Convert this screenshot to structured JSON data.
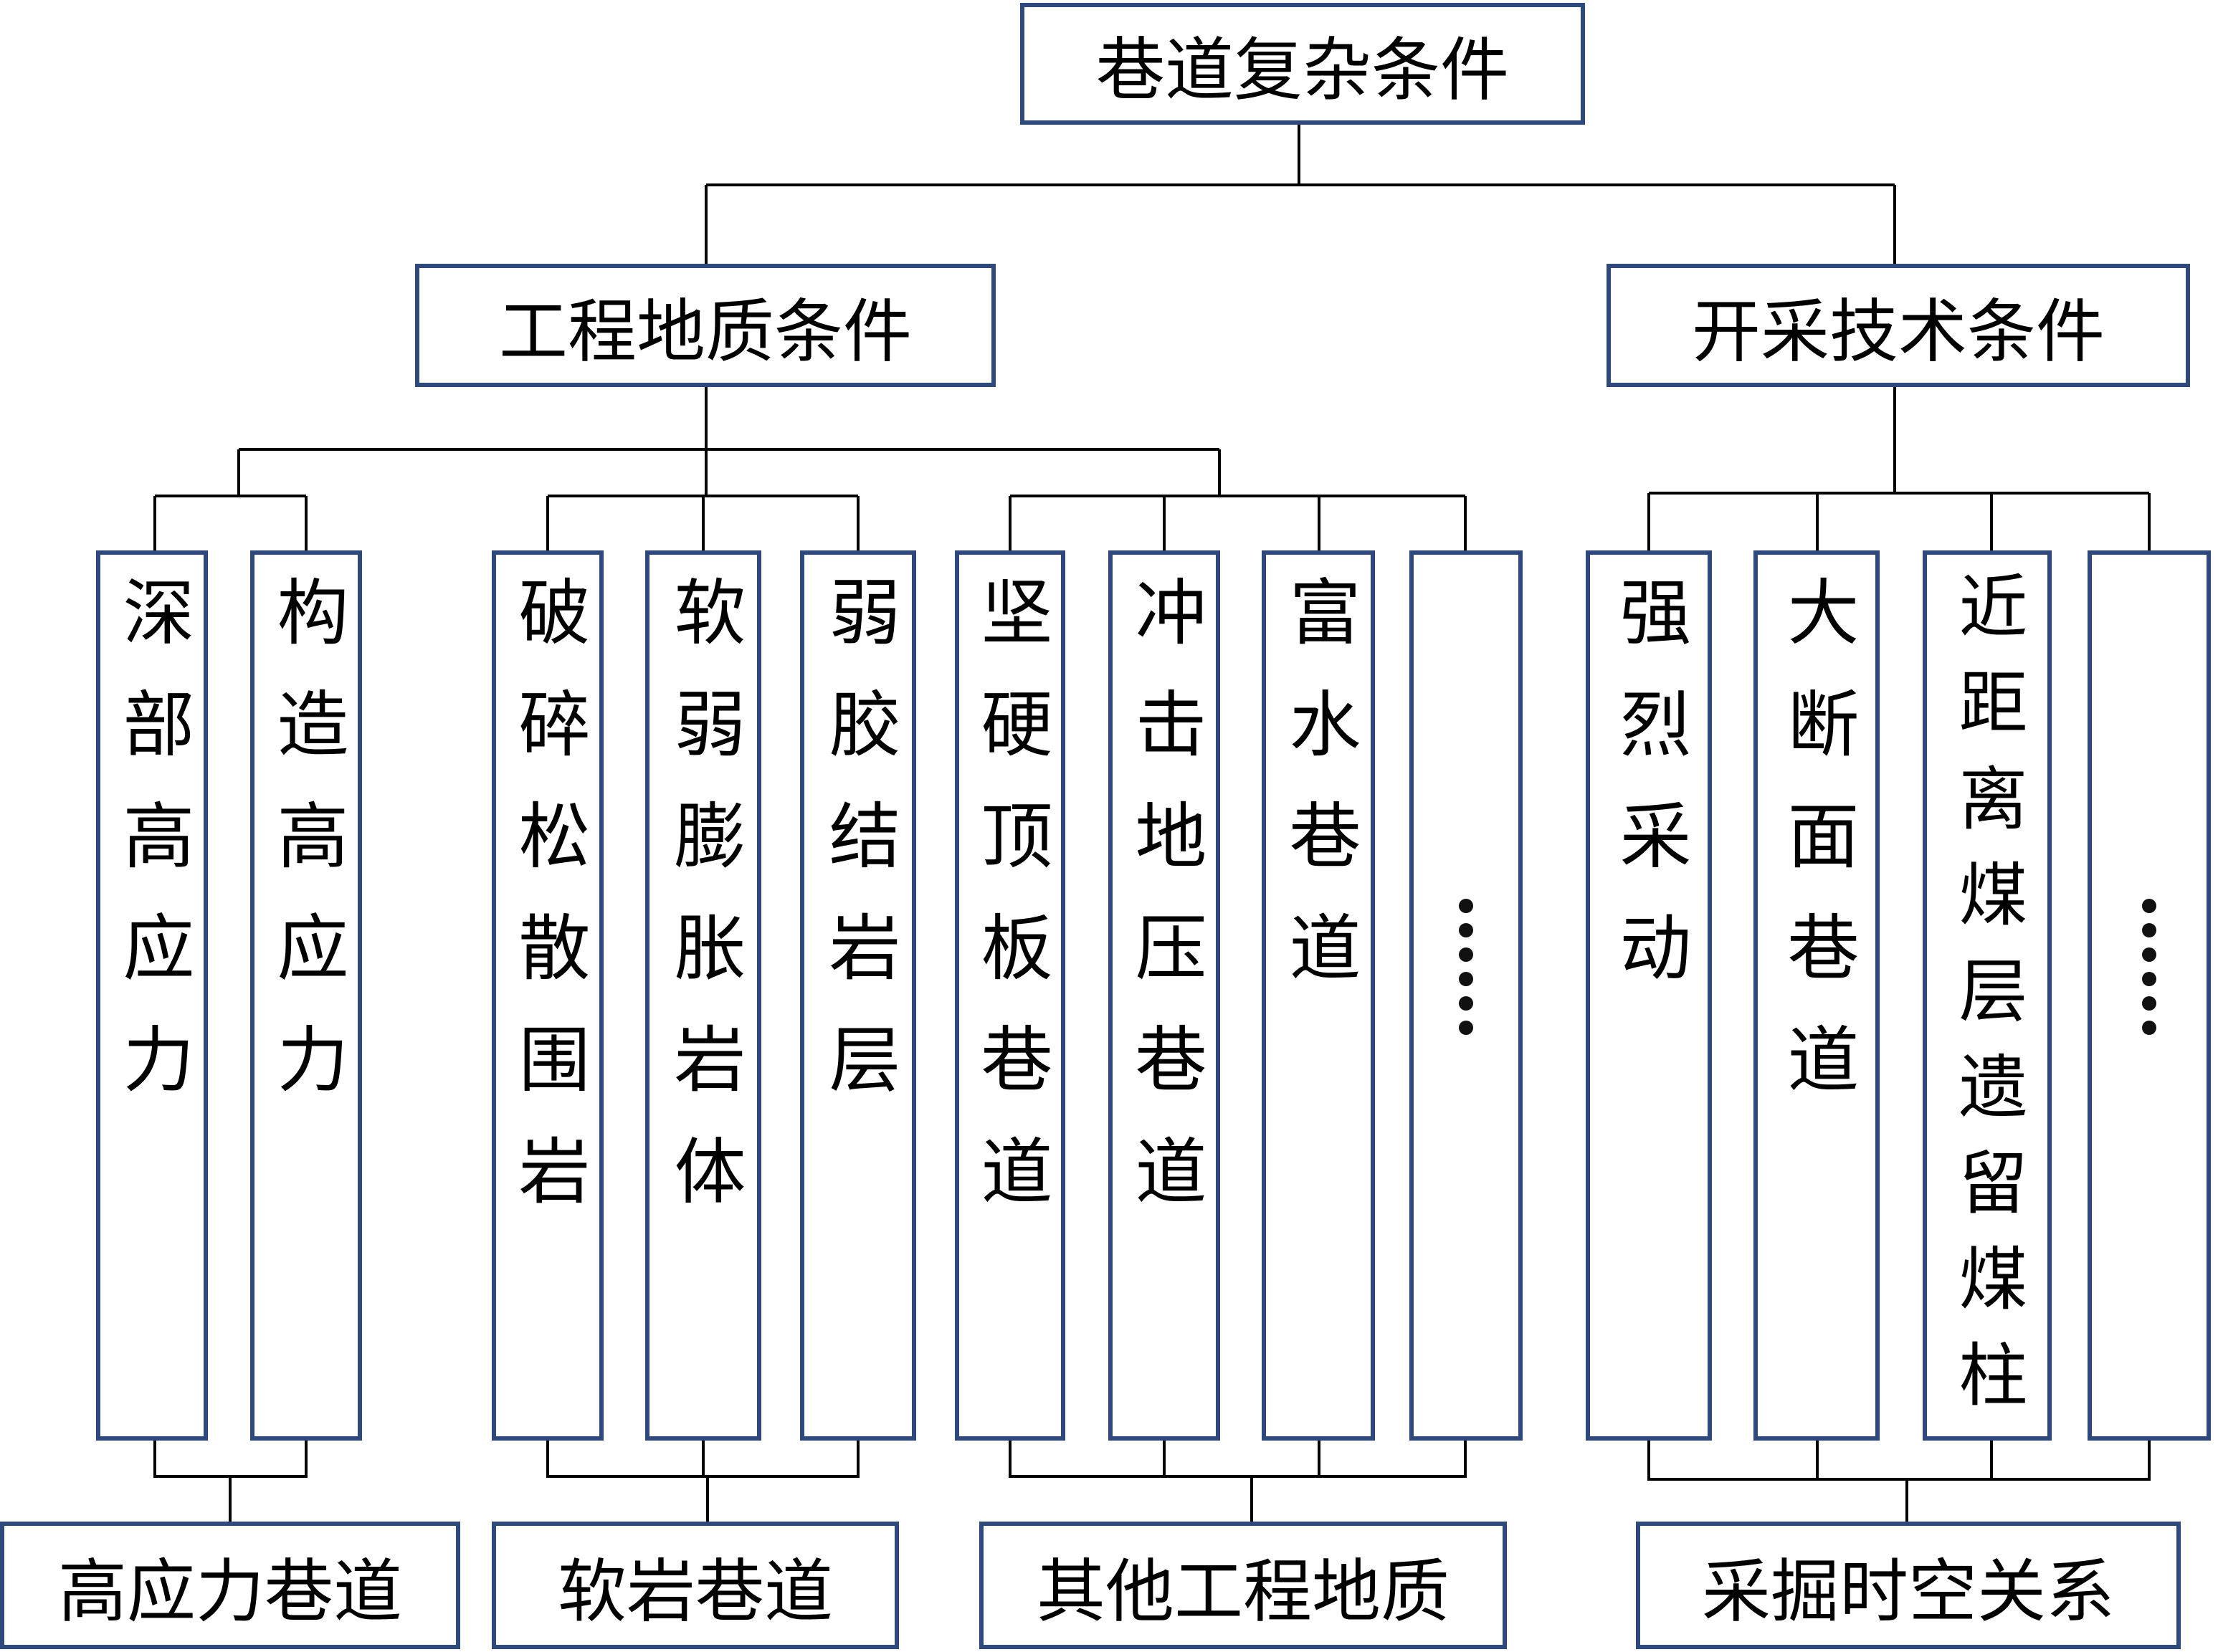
{
  "root": {
    "label": "巷道复杂条件"
  },
  "branches": {
    "geology": {
      "label": "工程地质条件"
    },
    "mining": {
      "label": "开采技术条件"
    }
  },
  "leaves": [
    {
      "id": "deep-high-stress",
      "label": "深部高应力"
    },
    {
      "id": "tectonic-high-stress",
      "label": "构造高应力"
    },
    {
      "id": "broken-loose-rock",
      "label": "破碎松散围岩"
    },
    {
      "id": "soft-swelling-rock",
      "label": "软弱膨胀岩体"
    },
    {
      "id": "weakly-cemented-strata",
      "label": "弱胶结岩层"
    },
    {
      "id": "hard-roof-roadway",
      "label": "坚硬顶板巷道"
    },
    {
      "id": "rockburst-roadway",
      "label": "冲击地压巷道"
    },
    {
      "id": "water-rich-roadway",
      "label": "富水巷道"
    },
    {
      "id": "geology-more",
      "label": "",
      "ellipsis": true
    },
    {
      "id": "intense-mining",
      "label": "强烈采动"
    },
    {
      "id": "large-section-roadway",
      "label": "大断面巷道"
    },
    {
      "id": "near-residual-pillar",
      "label": "近距离煤层遗留煤柱"
    },
    {
      "id": "mining-more",
      "label": "",
      "ellipsis": true
    }
  ],
  "categories": [
    {
      "id": "high-stress-roadway",
      "label": "高应力巷道"
    },
    {
      "id": "soft-rock-roadway",
      "label": "软岩巷道"
    },
    {
      "id": "other-geology",
      "label": "其他工程地质"
    },
    {
      "id": "mining-spatiotemporal",
      "label": "采掘时空关系"
    }
  ],
  "colors": {
    "box_border": "#2e4a7d",
    "connector": "#000000",
    "text": "#000000"
  }
}
